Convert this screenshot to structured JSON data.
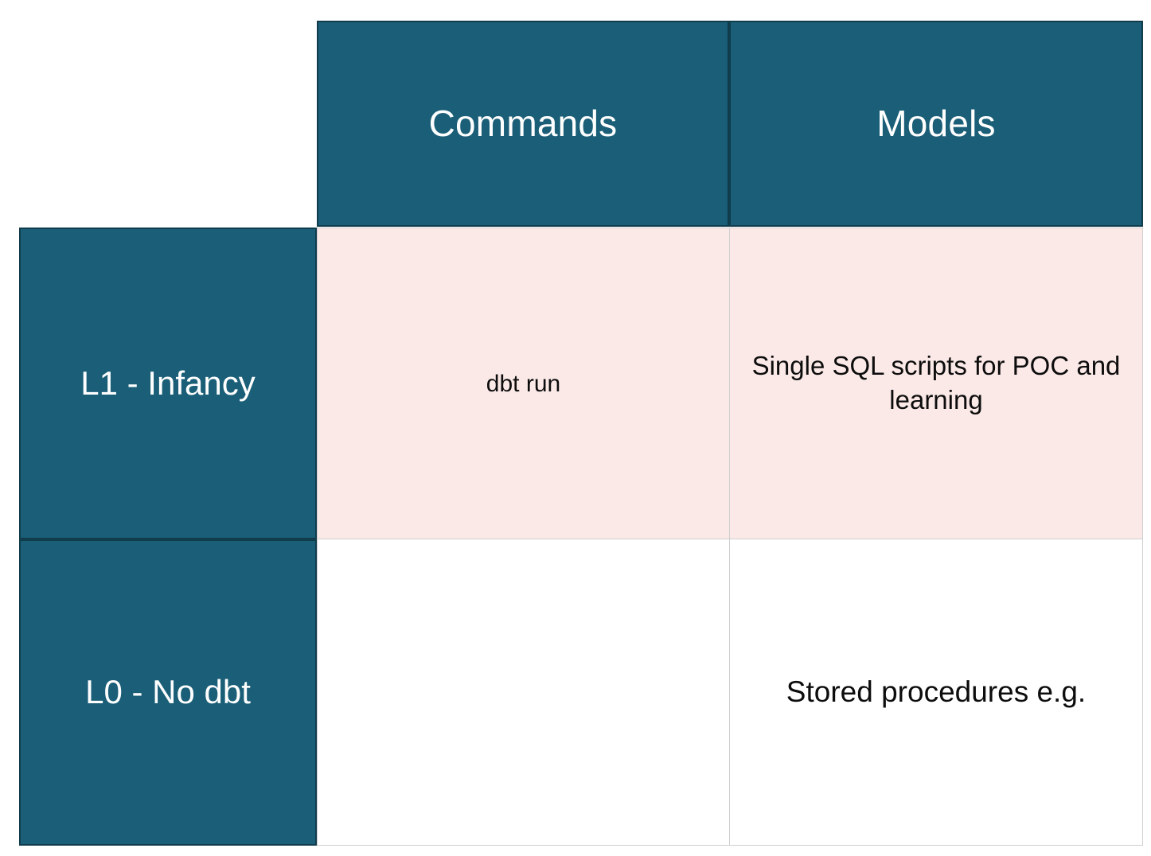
{
  "colors": {
    "header_fill": "#1a5e77",
    "header_border": "#103c4c",
    "header_text": "#ffffff",
    "row_highlight_fill": "#fbe9e7",
    "cell_border": "#cfcfcf",
    "cell_text": "#0d0d0d",
    "page_background": "#ffffff"
  },
  "matrix": {
    "corner_label": "",
    "columns": [
      {
        "id": "commands",
        "label": "Commands"
      },
      {
        "id": "models",
        "label": "Models"
      }
    ],
    "rows": [
      {
        "id": "l1",
        "label": "L1 - Infancy",
        "cells": {
          "commands": "dbt run",
          "models": "Single SQL scripts for POC and learning"
        }
      },
      {
        "id": "l0",
        "label": "L0 - No dbt",
        "cells": {
          "commands": "",
          "models": "Stored procedures e.g."
        }
      }
    ]
  }
}
